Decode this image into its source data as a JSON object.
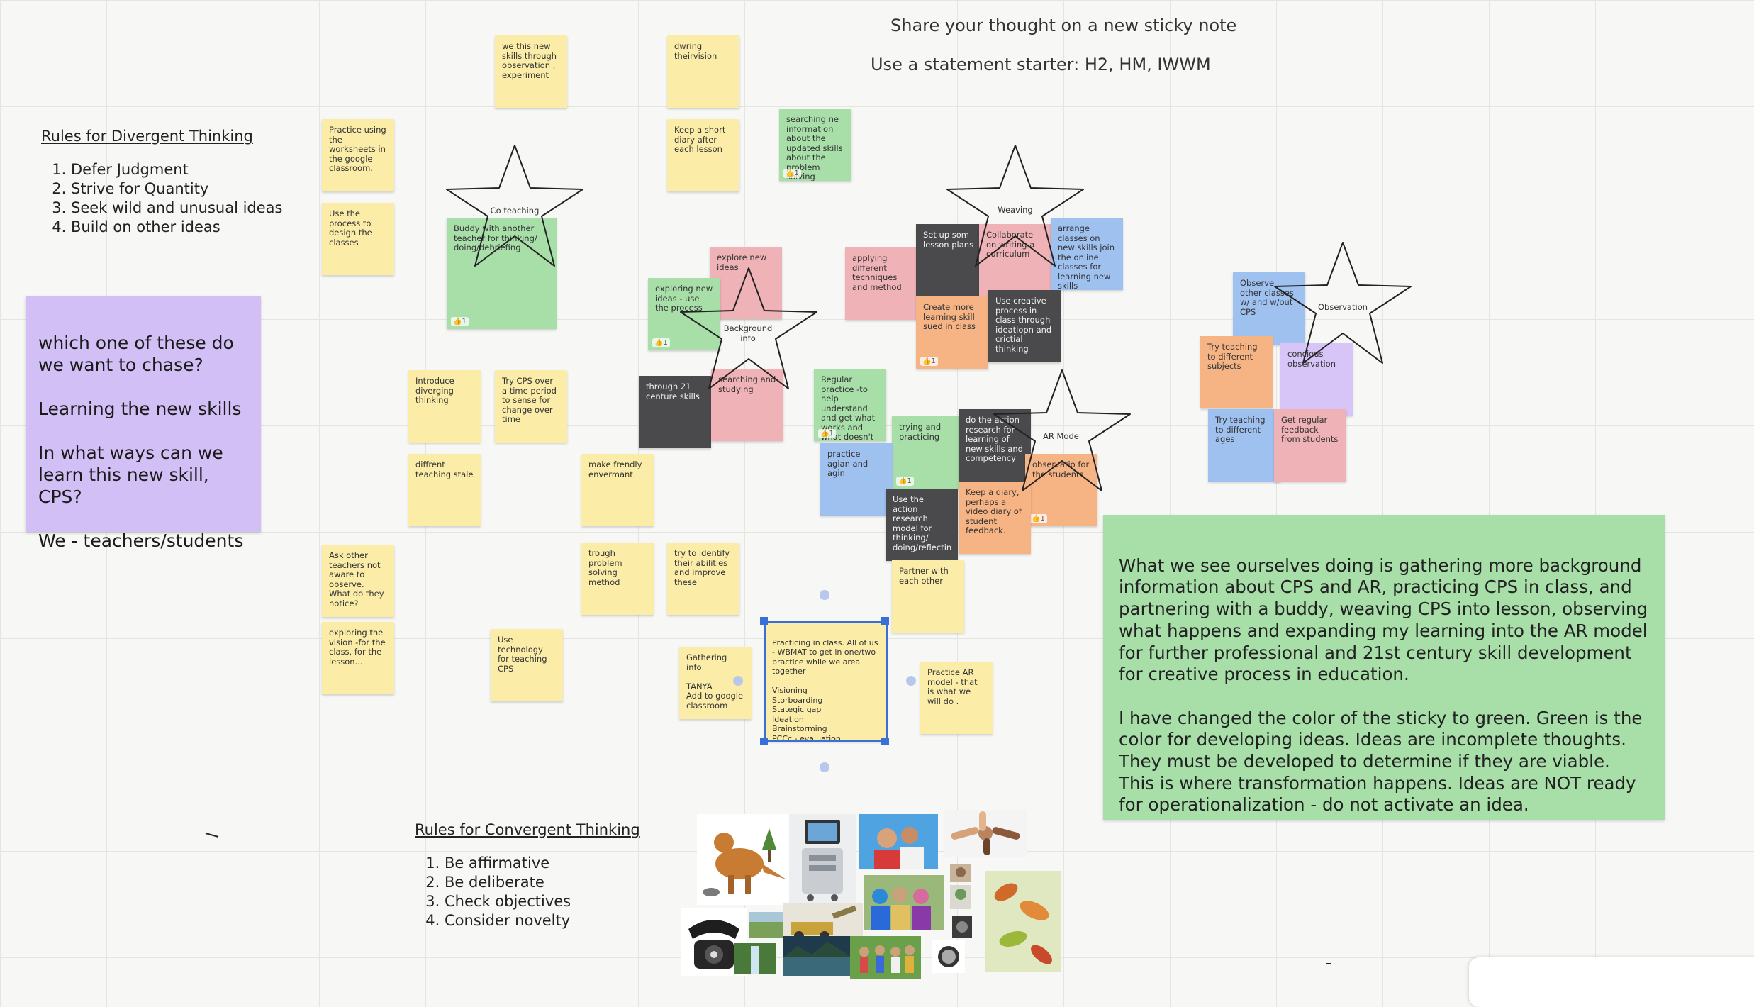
{
  "header": {
    "line1": "Share your thought on a new sticky note",
    "line2": "Use a statement starter: H2, HM, IWWM"
  },
  "divergent": {
    "title": "Rules for Divergent Thinking",
    "items": [
      "Defer Judgment",
      "Strive for Quantity",
      "Seek wild and unusual ideas",
      "Build on other ideas"
    ]
  },
  "convergent": {
    "title": "Rules for Convergent Thinking",
    "items": [
      "Be affirmative",
      "Be deliberate",
      "Check objectives",
      "Consider novelty"
    ]
  },
  "question_note": {
    "text": "which one of these do we want to chase?\n\nLearning the new skills\n\nIn what ways can we learn this new skill, CPS?\n\nWe - teachers/students"
  },
  "summary_note": {
    "text": "What we see ourselves doing is gathering more background information about CPS and AR, practicing CPS in class, and partnering with a buddy, weaving CPS into lesson, observing what happens and expanding my learning into the  AR model for further professional and 21st century skill development for creative process in education.\n\nI have changed the color of the sticky to green. Green is the color for developing ideas.  Ideas are incomplete thoughts.  They must be developed to  determine if they are viable.  This is where transformation happens.  Ideas are NOT ready for operationalization - do not activate an idea."
  },
  "stars": [
    {
      "label": "Co teaching"
    },
    {
      "label": "Background info"
    },
    {
      "label": "Weaving"
    },
    {
      "label": "AR Model"
    },
    {
      "label": "Observation"
    }
  ],
  "notes": [
    {
      "text": "we this new skills through observation , experiment",
      "color": "yellow"
    },
    {
      "text": "dwring theirvision",
      "color": "yellow"
    },
    {
      "text": "Practice using the worksheets in the google classroom.",
      "color": "yellow"
    },
    {
      "text": "Keep a short diary after each lesson",
      "color": "yellow"
    },
    {
      "text": "searching ne information about the updated skills about the problem solving",
      "color": "green",
      "like": "👍1"
    },
    {
      "text": "Use the process to design the classes",
      "color": "yellow"
    },
    {
      "text": "Buddy with another teacher for thinking/ doing/debriefing",
      "color": "green",
      "like": "👍1"
    },
    {
      "text": "explore new ideas",
      "color": "pink"
    },
    {
      "text": "exploring new ideas - use the process",
      "color": "green",
      "like": "👍1"
    },
    {
      "text": "applying different techniques and method",
      "color": "pink"
    },
    {
      "text": "Set up som lesson plans",
      "color": "dark"
    },
    {
      "text": "Collaborate on writing a curriculum",
      "color": "pink"
    },
    {
      "text": "arrange classes on new skills join the online classes for learning new skills",
      "color": "blue"
    },
    {
      "text": "Create more learning skill sued in class",
      "color": "orange",
      "like": "👍1"
    },
    {
      "text": "Use creative process in class through ideatiopn  and crictial thinking",
      "color": "dark"
    },
    {
      "text": "Observe other classes w/ and w/out CPS",
      "color": "blue"
    },
    {
      "text": "Try teaching to different subjects",
      "color": "orange"
    },
    {
      "text": "concious observation",
      "color": "lilac"
    },
    {
      "text": "Introduce diverging thinking",
      "color": "yellow"
    },
    {
      "text": "Try CPS over a time period to sense for change over time",
      "color": "yellow"
    },
    {
      "text": "through 21 centure skills",
      "color": "dark"
    },
    {
      "text": "searching and studying",
      "color": "pink"
    },
    {
      "text": "Regular practice -to help understand and get what works and what doesn't",
      "color": "green",
      "like": "👍1"
    },
    {
      "text": "Try teaching to different ages",
      "color": "blue"
    },
    {
      "text": "Get regular feedback from students",
      "color": "pink"
    },
    {
      "text": "diffrent teaching stale",
      "color": "yellow"
    },
    {
      "text": "make frendly envermant",
      "color": "yellow"
    },
    {
      "text": "trying  and practicing",
      "color": "green",
      "like": "👍1"
    },
    {
      "text": "do the action research for learning of new skills and competency",
      "color": "dark"
    },
    {
      "text": "practice agian and agin",
      "color": "blue"
    },
    {
      "text": "observatio for the students",
      "color": "orange",
      "like": "👍1"
    },
    {
      "text": "Use the action research model for thinking/ doing/reflectin",
      "color": "dark"
    },
    {
      "text": "Keep a diary, perhaps a video diary of student feedback.",
      "color": "orange"
    },
    {
      "text": "Ask other teachers not aware to observe. What do they notice?",
      "color": "yellow"
    },
    {
      "text": "trough problem solving method",
      "color": "yellow"
    },
    {
      "text": "try to identify their abilities and improve these",
      "color": "yellow"
    },
    {
      "text": "Partner with each other",
      "color": "yellow"
    },
    {
      "text": "exploring the vision -for the class, for the lesson...",
      "color": "yellow"
    },
    {
      "text": "Use technology for teaching CPS",
      "color": "yellow"
    },
    {
      "text": "Gathering info\n\nTANYA\nAdd to google classroom",
      "color": "yellow"
    },
    {
      "text": "Practice AR model - that is what we will do .",
      "color": "yellow"
    }
  ],
  "selected_note": {
    "text": "Practicing in class. All of us - WBMAT to get in one/two practice while we area together\n\nVisioning\nStorboarding\nStategic gap\nIdeation\nBrainstorming\nPCCc - evaluation"
  },
  "colors": {
    "yellow": "#fbeca8",
    "green": "#a8dfa9",
    "pink": "#efb2b6",
    "orange": "#f6b485",
    "dark": "#4a4a4c",
    "blue": "#9fc1f0",
    "lilac": "#d7c5f7",
    "question_note": "#d2bff6",
    "summary_note": "#a8dfa9",
    "selection": "#3a6fd8"
  },
  "collage_icons": [
    "dinosaur-image",
    "machine-image",
    "people-image",
    "hands-image",
    "telephone-image",
    "landscape-image",
    "family-image",
    "leaves-image",
    "watch-image"
  ]
}
